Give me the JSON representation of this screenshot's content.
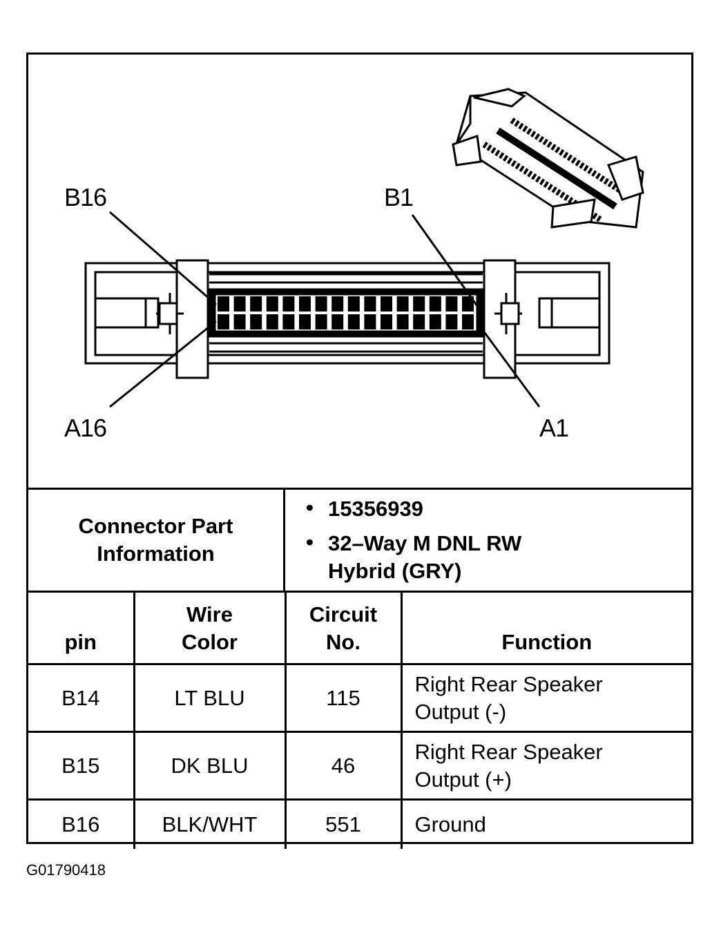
{
  "figure_id": "G01790418",
  "pin_labels": {
    "b16": "B16",
    "b1": "B1",
    "a16": "A16",
    "a1": "A1"
  },
  "connector_info": {
    "label_line1": "Connector Part",
    "label_line2": "Information",
    "part_number": "15356939",
    "description_line1": "32–Way M DNL RW",
    "description_line2": "Hybrid (GRY)"
  },
  "table": {
    "headers": {
      "pin": "pin",
      "wire_color_line1": "Wire",
      "wire_color_line2": "Color",
      "circuit_line1": "Circuit",
      "circuit_line2": "No.",
      "function": "Function"
    },
    "rows": [
      {
        "pin": "B14",
        "wire_color": "LT BLU",
        "circuit": "115",
        "function_line1": "Right Rear Speaker",
        "function_line2": "Output (-)"
      },
      {
        "pin": "B15",
        "wire_color": "DK BLU",
        "circuit": "46",
        "function_line1": "Right Rear Speaker",
        "function_line2": "Output (+)"
      },
      {
        "pin": "B16",
        "wire_color": "BLK/WHT",
        "circuit": "551",
        "function_line1": "Ground",
        "function_line2": ""
      }
    ]
  }
}
